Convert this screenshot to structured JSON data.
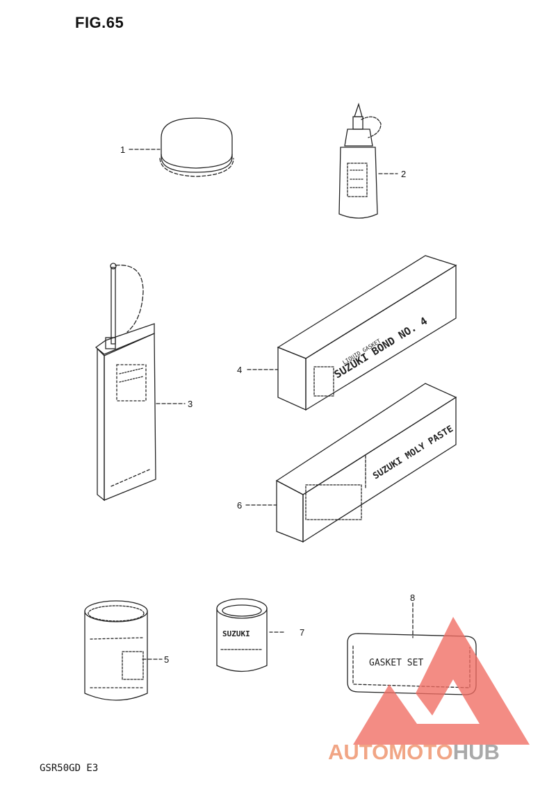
{
  "figure": {
    "title": "FIG.65",
    "model_code": "GSR50GD E3"
  },
  "parts": [
    {
      "callout": "1"
    },
    {
      "callout": "2"
    },
    {
      "callout": "3"
    },
    {
      "callout": "4",
      "box_text": "SUZUKI BOND NO. 4",
      "side_text": "LIQUID GASKET"
    },
    {
      "callout": "5"
    },
    {
      "callout": "6",
      "box_text": "SUZUKI MOLY PASTE"
    },
    {
      "callout": "7",
      "can_text": "SUZUKI"
    },
    {
      "callout": "8",
      "label_text": "GASKET SET"
    }
  ],
  "watermark": {
    "part1": "AUTOMOTO",
    "part2": "HUB",
    "color_primary": "#ef6b62",
    "color_secondary": "#a9a9a9"
  }
}
